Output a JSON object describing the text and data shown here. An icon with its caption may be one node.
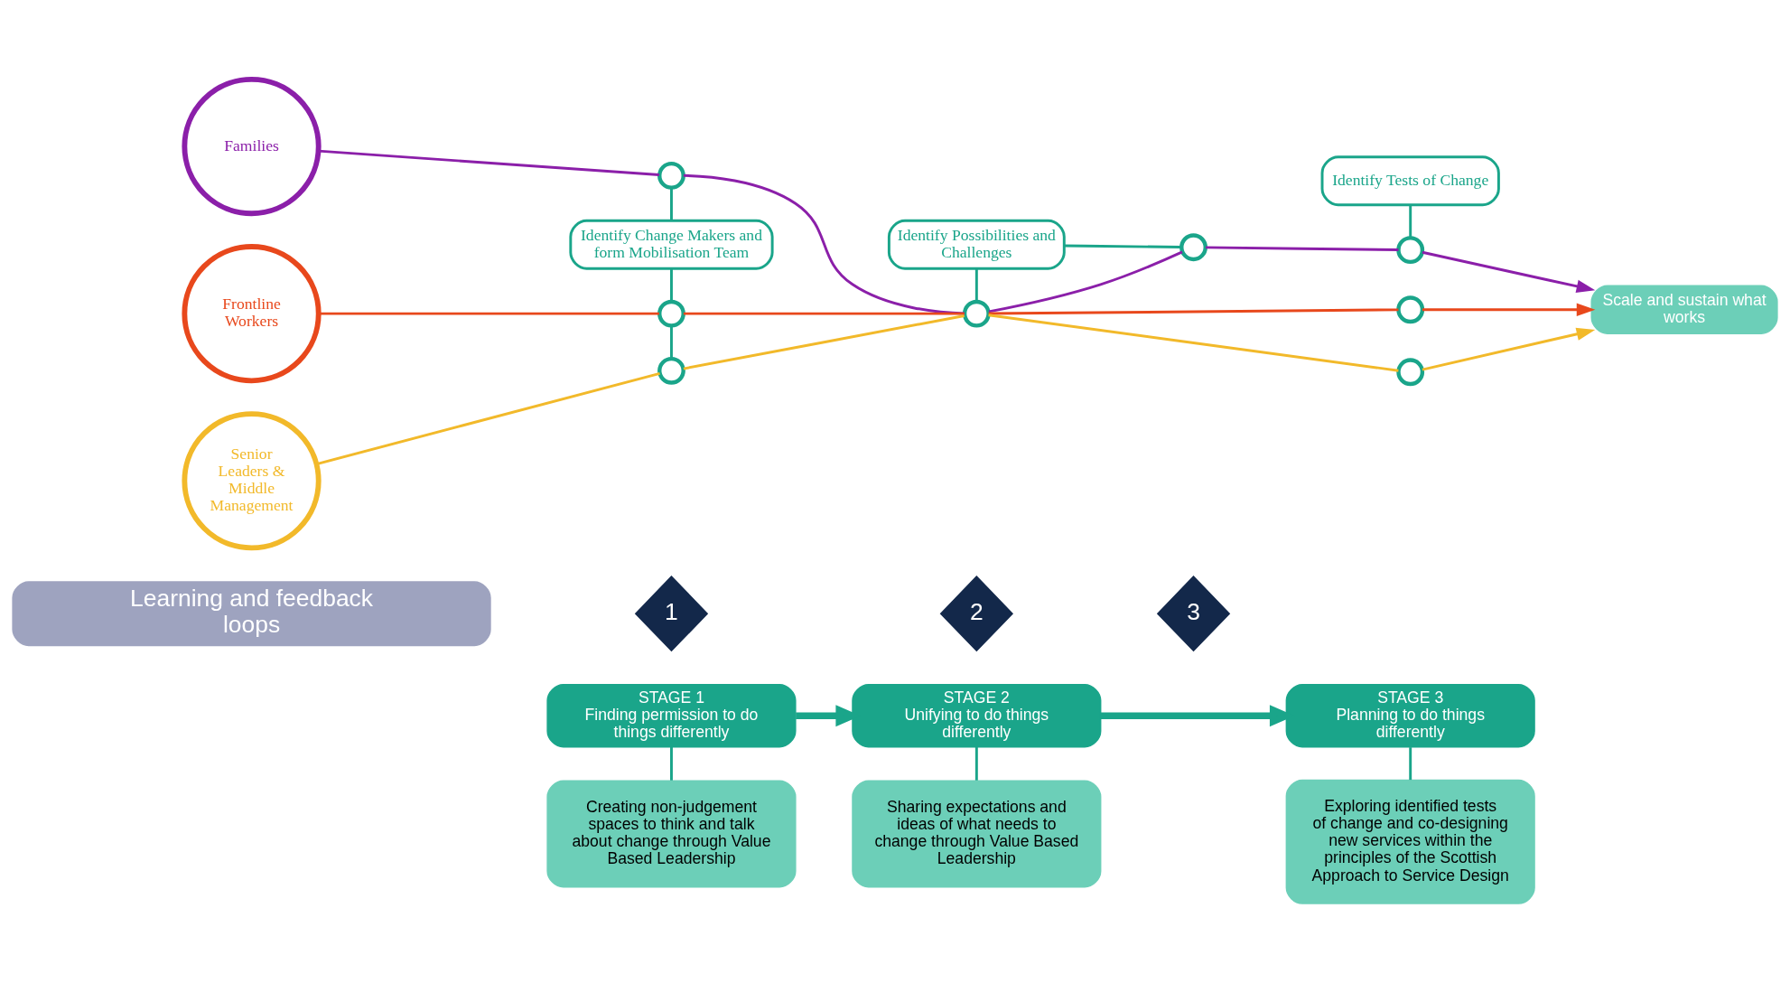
{
  "diagram": {
    "nodes": [
      {
        "text": [
          "STAGE 1",
          "Finding permission to do things differently"
        ]
      },
      {
        "text": [
          "Creating non-judgement spaces to think and talk about change through Value Based Leadership"
        ]
      },
      {
        "text": [
          "STAGE 2",
          "Unifying to do things differently"
        ]
      },
      {
        "text": [
          "Sharing expectations and ideas of what needs to change through Value Based Leadership"
        ]
      },
      {
        "text": [
          "STAGE 3",
          "Planning to do things differently"
        ]
      },
      {
        "text": [
          "Exploring identified tests of change and co-designing new services within the principles of the Scottish Approach to Service Design"
        ]
      },
      {
        "text": [
          "Families"
        ]
      },
      {
        "text": [],
        "shape": "circle"
      },
      {
        "text": [
          "Identify Change Makers and form Mobilisation Team"
        ]
      },
      {
        "text": [
          "Frontline Workers"
        ]
      },
      {
        "text": [],
        "shape": "circle"
      },
      {
        "text": [
          "Senior Leaders & Middle Management"
        ]
      },
      {
        "text": [],
        "shape": "circle"
      },
      {
        "text": [
          "Identify Possibilities and Challenges"
        ]
      },
      {
        "text": [],
        "shape": "circle"
      },
      {
        "text": [],
        "shape": "circle"
      },
      {
        "text": [
          "Identify Tests of Change"
        ]
      },
      {
        "text": [],
        "shape": "circle"
      },
      {
        "text": [],
        "shape": "circle"
      },
      {
        "text": [],
        "shape": "circle"
      },
      {
        "text": [
          "Scale and sustain what works"
        ]
      },
      {
        "text": [
          "Learning and feedback loops"
        ]
      },
      {
        "text": [
          "1"
        ]
      },
      {
        "text": [
          "2"
        ]
      },
      {
        "text": [
          "3"
        ]
      }
    ],
    "edges": [
      {
        "from": 0,
        "to": 2,
        "arrow": "to",
        "style": "thick"
      },
      {
        "from": 2,
        "to": 4,
        "arrow": "to",
        "style": "thick"
      },
      {
        "from": 0,
        "to": 1,
        "arrow": "none"
      },
      {
        "from": 2,
        "to": 3,
        "arrow": "none"
      },
      {
        "from": 4,
        "to": 5,
        "arrow": "none"
      },
      {
        "from": 6,
        "to": 7,
        "arrow": "none",
        "color": "#8b1fa9"
      },
      {
        "from": 7,
        "to": 14,
        "arrow": "none",
        "color": "#8b1fa9"
      },
      {
        "from": 14,
        "to": 15,
        "arrow": "none",
        "color": "#8b1fa9"
      },
      {
        "from": 15,
        "to": 17,
        "arrow": "none",
        "color": "#8b1fa9"
      },
      {
        "from": 17,
        "to": 20,
        "arrow": "to",
        "color": "#8b1fa9"
      },
      {
        "from": 9,
        "to": 10,
        "arrow": "none",
        "color": "#e8481c"
      },
      {
        "from": 10,
        "to": 14,
        "arrow": "none",
        "color": "#e8481c"
      },
      {
        "from": 14,
        "to": 18,
        "arrow": "none",
        "color": "#e8481c"
      },
      {
        "from": 18,
        "to": 20,
        "arrow": "to",
        "color": "#e8481c"
      },
      {
        "from": 11,
        "to": 12,
        "arrow": "none",
        "color": "#f2b92a"
      },
      {
        "from": 12,
        "to": 14,
        "arrow": "none",
        "color": "#f2b92a"
      },
      {
        "from": 14,
        "to": 19,
        "arrow": "none",
        "color": "#f2b92a"
      },
      {
        "from": 19,
        "to": 20,
        "arrow": "to",
        "color": "#f2b92a"
      },
      {
        "from": 7,
        "to": 8,
        "arrow": "none"
      },
      {
        "from": 8,
        "to": 10,
        "arrow": "none"
      },
      {
        "from": 10,
        "to": 12,
        "arrow": "none"
      },
      {
        "from": 13,
        "to": 14,
        "arrow": "none"
      },
      {
        "from": 13,
        "to": 15,
        "arrow": "none"
      },
      {
        "from": 16,
        "to": 17,
        "arrow": "none"
      }
    ]
  }
}
